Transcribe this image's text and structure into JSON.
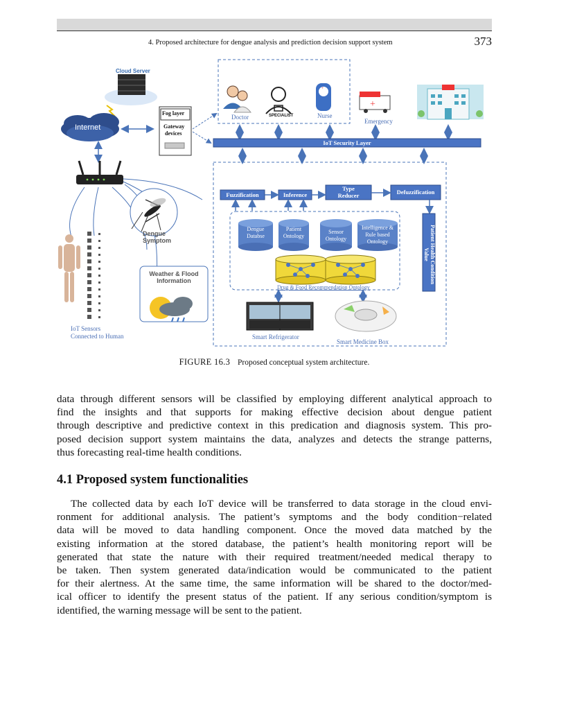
{
  "header": {
    "title": "4.  Proposed architecture for dengue analysis and prediction decision support system",
    "page_number": "373"
  },
  "figure": {
    "cloud_label": "Cloud Server",
    "internet_label": "Internet",
    "fog_label": "Fog layer",
    "gateway_label_1": "Gateway",
    "gateway_label_2": "devices",
    "doctor_label": "Doctor",
    "specialist_label": "SPECIALIST",
    "nurse_label": "Nurse",
    "emergency_label": "Emergency",
    "iot_security_label": "IoT Security Layer",
    "fuzzification_label": "Fuzzification",
    "inference_label": "Inference",
    "type_reducer_label_1": "Type",
    "type_reducer_label_2": "Reducer",
    "defuzzification_label": "Defuzzification",
    "patient_health_label_1": "Patient Health Condition",
    "patient_health_label_2": "Value",
    "dengue_db_label_1": "Dengue",
    "dengue_db_label_2": "Databse",
    "patient_onto_label_1": "Patient",
    "patient_onto_label_2": "Ontology",
    "sensor_onto_label_1": "Sensor",
    "sensor_onto_label_2": "Ontology",
    "intelligence_label_1": "Intelligence &",
    "intelligence_label_2": "Rule based",
    "intelligence_label_3": "Ontology",
    "drug_food_label": "Drug & Food Recommendation Ontology",
    "dengue_symptom_label_1": "Dengue",
    "dengue_symptom_label_2": "Symptom",
    "weather_label_1": "Weather & Flood",
    "weather_label_2": "Information",
    "iot_sensors_label_1": "IoT Sensors",
    "iot_sensors_label_2": "Connected to Human",
    "smart_fridge_label": "Smart Refrigerator",
    "smart_medicine_label": "Smart Medicine Box"
  },
  "caption": {
    "number": "FIGURE 16.3",
    "text": "Proposed conceptual system architecture."
  },
  "paragraph1": [
    "data through different sensors will be classified by employing different analytical approach to",
    "find the insights and that supports for making effective decision about dengue patient",
    "through descriptive and predictive context in this predication and diagnosis system. This pro-",
    "posed decision support system maintains the data, analyzes and detects the strange patterns,",
    "thus forecasting real-time health conditions."
  ],
  "section": {
    "heading": "4.1 Proposed system functionalities"
  },
  "paragraph2": [
    "The collected data by each IoT device will be transferred to data storage in the cloud envi-",
    "ronment for additional analysis. The patient’s symptoms and the body condition−related",
    "data will be moved to data handling component. Once the moved data matched by the",
    "existing information at the stored database, the patient’s health monitoring report will be",
    "generated that state the nature with their required treatment/needed medical therapy to",
    "be taken. Then system generated data/indication would be communicated to the patient",
    "for their alertness. At the same time, the same information will be shared to the doctor/med-",
    "ical officer to identify the present status of the patient. If any serious condition/symptom is",
    "identified, the warning message will be sent to the patient."
  ]
}
